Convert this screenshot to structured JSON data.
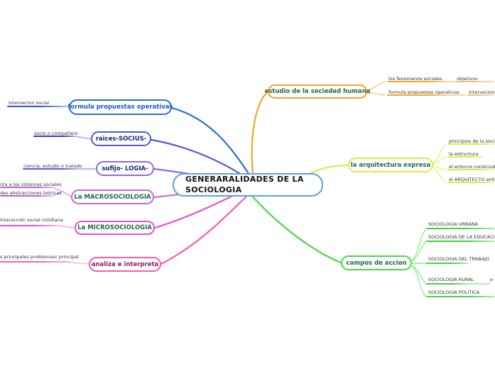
{
  "palette": {
    "center_border": "#57a7d9",
    "blue": "#2f6bd8",
    "indigo": "#5558d6",
    "purple": "#8f6ae0",
    "orchid": "#c468e0",
    "magenta": "#e84fd0",
    "pink": "#f85cb0",
    "orange": "#f5a623",
    "yellow": "#dce94a",
    "green": "#46d846",
    "light_orange": "#f8c878",
    "light_yellow": "#e8f08a",
    "light_green": "#90ee90",
    "light_orchid": "#d898e8",
    "light_blue": "#9aa8ee",
    "light_purple": "#b09ae8",
    "light_magenta": "#f6aae8",
    "light_pink": "#f9b6e6",
    "navy_text": "#16247e",
    "blue_text": "#1f56c8",
    "green_text": "#1e6b46",
    "plum_text": "#8a2463",
    "leaf_text": "#333333"
  },
  "center": {
    "label": "GENERARALIDADES DE LA SOCIOLOGIA"
  },
  "branches": {
    "formula": {
      "label": "formula propuestas operativas",
      "leaf": "intervecion social"
    },
    "raices": {
      "label": "raices-SOCIUS-",
      "leaf": "socio o compañero"
    },
    "sufijo": {
      "label": "sufijo- LOGIA-",
      "leaf": "ciencia, estudio o tratado"
    },
    "macro": {
      "label": "La MACROSOCIOLOGIA",
      "leaf1": "nta a los sistemas sociales",
      "leaf2": "des abstracciones teóricas"
    },
    "micro": {
      "label": "La MICROSOCIOLOGIA",
      "leaf": "interacción social cotidiana"
    },
    "analiza": {
      "label": "analiza e interpreta",
      "leaf": "s principales problemasc principal"
    },
    "estudio": {
      "label": "estudio de la sociedad humana",
      "leaf1": "los fenomenos sociales",
      "leaf1_child": "objetivos",
      "leaf2": "formula propuestas operativas",
      "leaf2_child": "intervecion social"
    },
    "arquitectura": {
      "label": "la arquitectura expresa",
      "leaf1": "principios de la sociedad",
      "leaf2": "la estructura",
      "leaf3": "el entorno construido",
      "leaf4": "el ARQUITECTO anticipa"
    },
    "campos": {
      "label": "campos de accion",
      "leaf1": "SOCIOLOGIA URBANA",
      "leaf2": "SOCIOLOGIA  DE LA EDUCACION",
      "leaf3": "SOCIOLOGIA DEL TRABAJO",
      "leaf4": "SOCIOLOGIA RURAL",
      "leaf4_child": "e",
      "leaf5": "SOCIOLOGIA POLITICA"
    }
  }
}
